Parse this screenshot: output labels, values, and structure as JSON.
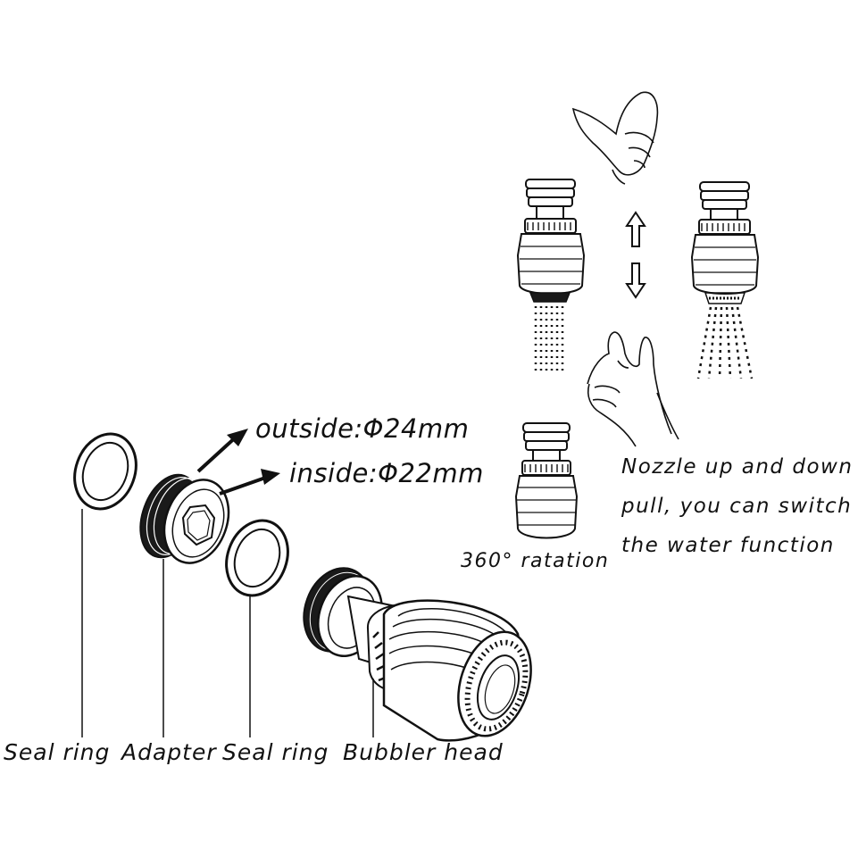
{
  "labels": {
    "outside": "outside:Φ24mm",
    "inside": "inside:Φ22mm",
    "rotation": "360° ratation",
    "description": [
      "Nozzle up and down",
      "pull, you can switch",
      "the water function"
    ],
    "parts": {
      "seal_ring_1": "Seal ring",
      "adapter": "Adapter",
      "seal_ring_2": "Seal ring",
      "bubbler_head": "Bubbler head"
    }
  },
  "colors": {
    "stroke": "#111111",
    "fill_dark": "#1a1a1a",
    "background": "#ffffff"
  }
}
